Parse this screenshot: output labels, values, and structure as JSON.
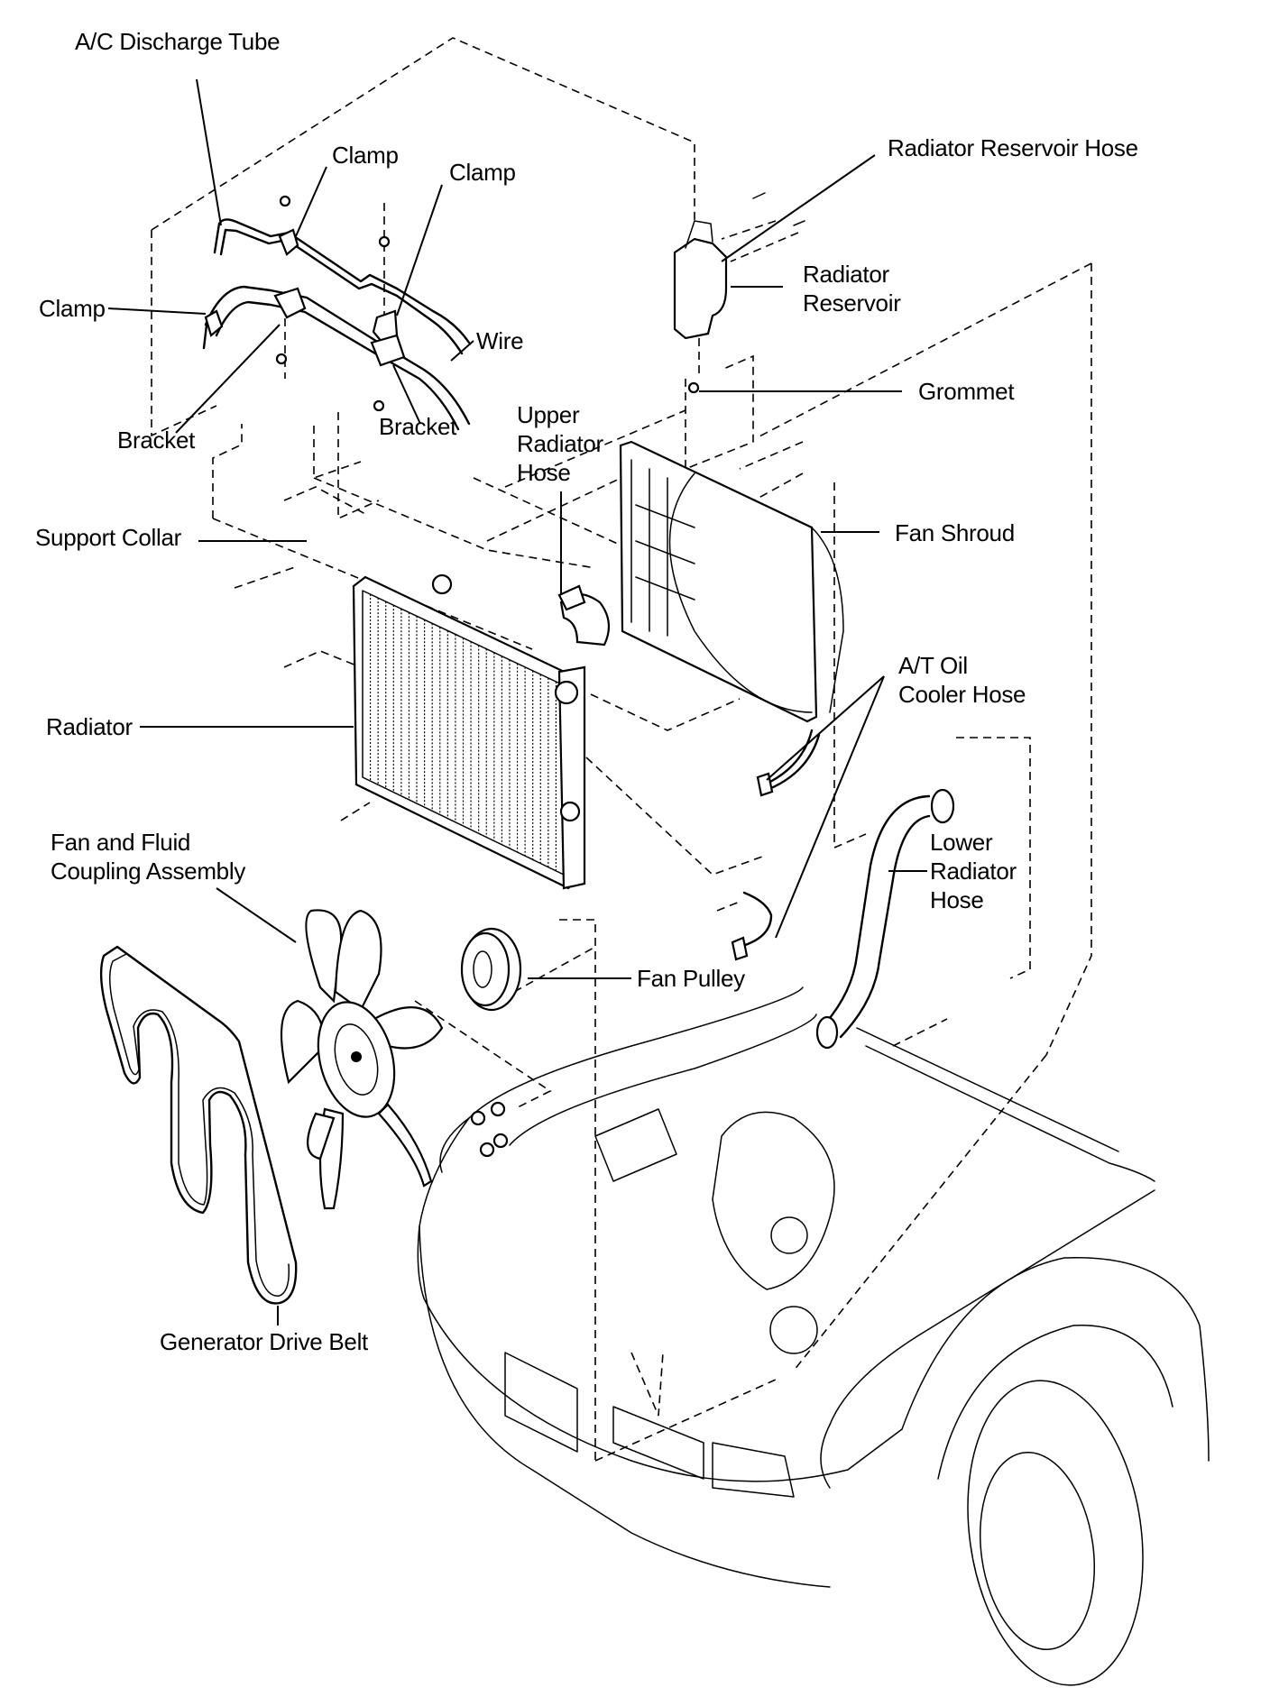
{
  "diagram": {
    "title": "Radiator and cooling system components exploded view",
    "ink_color": "#000000",
    "background_color": "#ffffff",
    "labels": {
      "ac_discharge_tube": "A/C Discharge Tube",
      "clamp_top": "Clamp",
      "clamp_right": "Clamp",
      "clamp_left": "Clamp",
      "radiator_reservoir_hose": "Radiator Reservoir Hose",
      "radiator_reservoir": [
        "Radiator",
        "Reservoir"
      ],
      "wire": "Wire",
      "grommet": "Grommet",
      "bracket_left": "Bracket",
      "bracket_mid": "Bracket",
      "upper_radiator_hose": [
        "Upper",
        "Radiator",
        "Hose"
      ],
      "support_collar": "Support Collar",
      "fan_shroud": "Fan Shroud",
      "at_oil_cooler_hose": [
        "A/T Oil",
        "Cooler Hose"
      ],
      "radiator": "Radiator",
      "fan_fluid_coupling": [
        "Fan and Fluid",
        "Coupling Assembly"
      ],
      "lower_radiator_hose": [
        "Lower",
        "Radiator",
        "Hose"
      ],
      "fan_pulley": "Fan Pulley",
      "generator_drive_belt": "Generator Drive Belt"
    }
  }
}
